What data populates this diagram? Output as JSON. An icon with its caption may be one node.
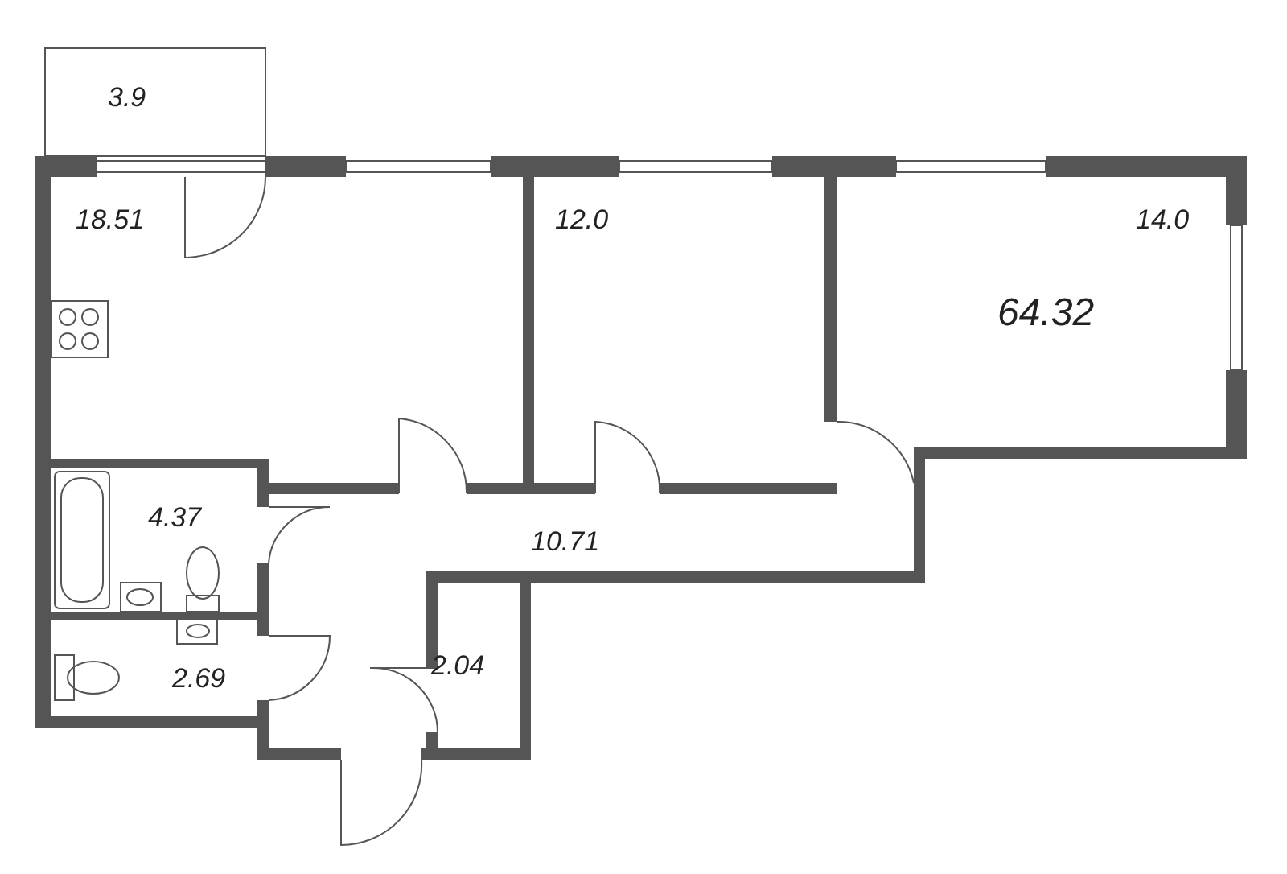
{
  "diagram": {
    "labels": [
      "3.9",
      "18.51",
      "12.0",
      "14.0",
      "64.32",
      "4.37",
      "10.71",
      "2.69",
      "2.04"
    ]
  }
}
